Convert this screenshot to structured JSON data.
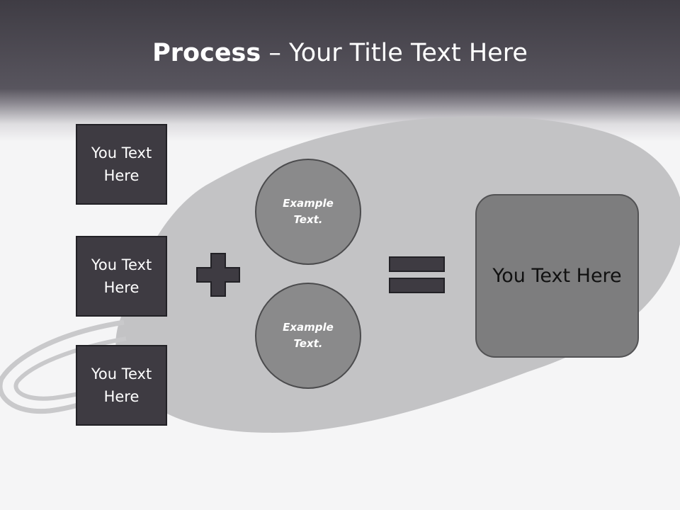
{
  "slide": {
    "title_bold": "Process",
    "title_rest": " – Your Title Text Here"
  },
  "inputs": [
    {
      "label": "You Text Here"
    },
    {
      "label": "You Text Here"
    },
    {
      "label": "You Text Here"
    }
  ],
  "circles": [
    {
      "label": "Example Text."
    },
    {
      "label": "Example Text."
    }
  ],
  "result": {
    "label": "You Text Here"
  },
  "icons": {
    "plus": "plus-icon",
    "equals": "equals-icon",
    "background": "sleep-mask-icon"
  },
  "colors": {
    "header": "#4a4750",
    "box_fill": "#3e3b42",
    "circle_fill": "#8a8a8b",
    "result_fill": "#7d7d7e",
    "background": "#f5f5f6"
  }
}
